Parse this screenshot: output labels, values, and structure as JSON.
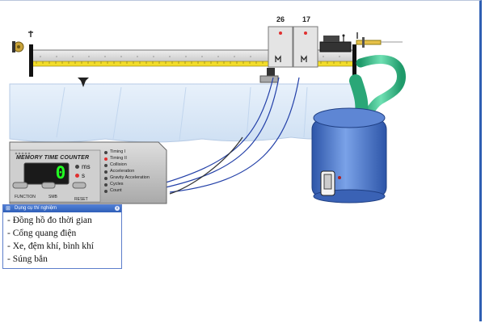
{
  "device": {
    "title": "MEMORY TIME COUNTER",
    "display_value": "0",
    "unit_ms": "ms",
    "unit_s": "s",
    "buttons": [
      "FUNCTION",
      "SMB",
      "RESET"
    ],
    "modes": [
      "Timing I",
      "Timing II",
      "Collision",
      "Acceleration",
      "Gravity Acceleration",
      "Cycles",
      "Count"
    ],
    "active_mode": "Timing II",
    "active_unit": "s"
  },
  "gates": {
    "gate1": "26",
    "gate2": "17"
  },
  "panel": {
    "title": "Dụng cụ thí nghiệm",
    "close": "x",
    "items": [
      "- Đồng hồ đo thời gian",
      "- Cổng quang điện",
      "- Xe, đệm khí, bình khí",
      "- Súng bắn"
    ]
  },
  "colors": {
    "indicator_on": "#e03030",
    "indicator_off": "#444444",
    "display_digit": "#22ff22",
    "panel_header": "#3a69c6",
    "blower": "#4f7fd6",
    "hose": "#3bbf8a",
    "cloth": "#dce9f7"
  }
}
